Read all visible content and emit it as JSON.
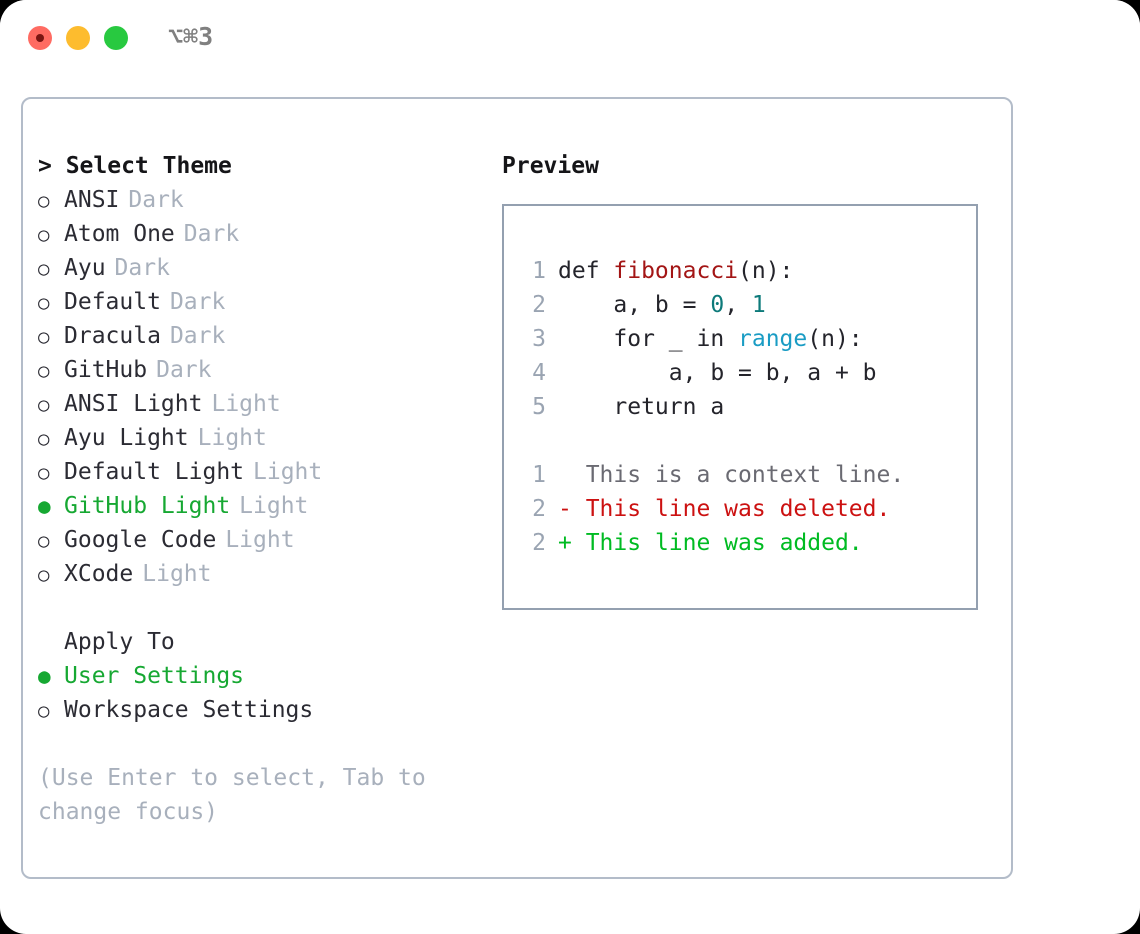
{
  "titlebar": {
    "shortcut": "⌥⌘3",
    "buttons": [
      {
        "name": "close",
        "color": "#ff6b62"
      },
      {
        "name": "minimize",
        "color": "#fdbc2e"
      },
      {
        "name": "maximize",
        "color": "#28c940"
      }
    ]
  },
  "theme_picker": {
    "heading": "> Select Theme",
    "marker_unselected": "○",
    "marker_selected": "●",
    "items": [
      {
        "name": "ANSI",
        "variant": "Dark",
        "selected": false
      },
      {
        "name": "Atom One",
        "variant": "Dark",
        "selected": false
      },
      {
        "name": "Ayu",
        "variant": "Dark",
        "selected": false
      },
      {
        "name": "Default",
        "variant": "Dark",
        "selected": false
      },
      {
        "name": "Dracula",
        "variant": "Dark",
        "selected": false
      },
      {
        "name": "GitHub",
        "variant": "Dark",
        "selected": false
      },
      {
        "name": "ANSI Light",
        "variant": "Light",
        "selected": false
      },
      {
        "name": "Ayu Light",
        "variant": "Light",
        "selected": false
      },
      {
        "name": "Default Light",
        "variant": "Light",
        "selected": false
      },
      {
        "name": "GitHub Light",
        "variant": "Light",
        "selected": true
      },
      {
        "name": "Google Code",
        "variant": "Light",
        "selected": false
      },
      {
        "name": "XCode",
        "variant": "Light",
        "selected": false
      }
    ]
  },
  "apply_to": {
    "heading": "Apply To",
    "items": [
      {
        "name": "User Settings",
        "selected": true
      },
      {
        "name": "Workspace Settings",
        "selected": false
      }
    ]
  },
  "help": {
    "text": "(Use Enter to select, Tab to change focus)"
  },
  "preview": {
    "heading": "Preview",
    "code_lines": [
      {
        "number": "1",
        "tokens": [
          {
            "text": "def ",
            "kind": "plain"
          },
          {
            "text": "fibonacci",
            "kind": "fn"
          },
          {
            "text": "(n):",
            "kind": "plain"
          }
        ]
      },
      {
        "number": "2",
        "tokens": [
          {
            "text": "    a, b = ",
            "kind": "plain"
          },
          {
            "text": "0",
            "kind": "num"
          },
          {
            "text": ", ",
            "kind": "plain"
          },
          {
            "text": "1",
            "kind": "num"
          }
        ]
      },
      {
        "number": "3",
        "tokens": [
          {
            "text": "    for _ in ",
            "kind": "plain"
          },
          {
            "text": "range",
            "kind": "call"
          },
          {
            "text": "(n):",
            "kind": "plain"
          }
        ]
      },
      {
        "number": "4",
        "tokens": [
          {
            "text": "        a, b = b, a + b",
            "kind": "plain"
          }
        ]
      },
      {
        "number": "5",
        "tokens": [
          {
            "text": "    return a",
            "kind": "plain"
          }
        ]
      }
    ],
    "diff_lines": [
      {
        "number": "1",
        "sign": " ",
        "text": "This is a context line.",
        "kind": "context"
      },
      {
        "number": "2",
        "sign": "-",
        "text": "This line was deleted.",
        "kind": "deleted"
      },
      {
        "number": "2",
        "sign": "+",
        "text": "This line was added.",
        "kind": "added"
      }
    ]
  },
  "colors": {
    "accent_green": "#16a832",
    "muted_gray": "#a8b0bc",
    "panel_border": "#b3bcc9",
    "preview_border": "#94a0b0",
    "syntax_function": "#a31515",
    "syntax_number": "#0d7a7a",
    "syntax_call": "#1a9cc4",
    "diff_deleted": "#cc1111",
    "diff_added": "#00bb22",
    "diff_context": "#6a6a72"
  }
}
